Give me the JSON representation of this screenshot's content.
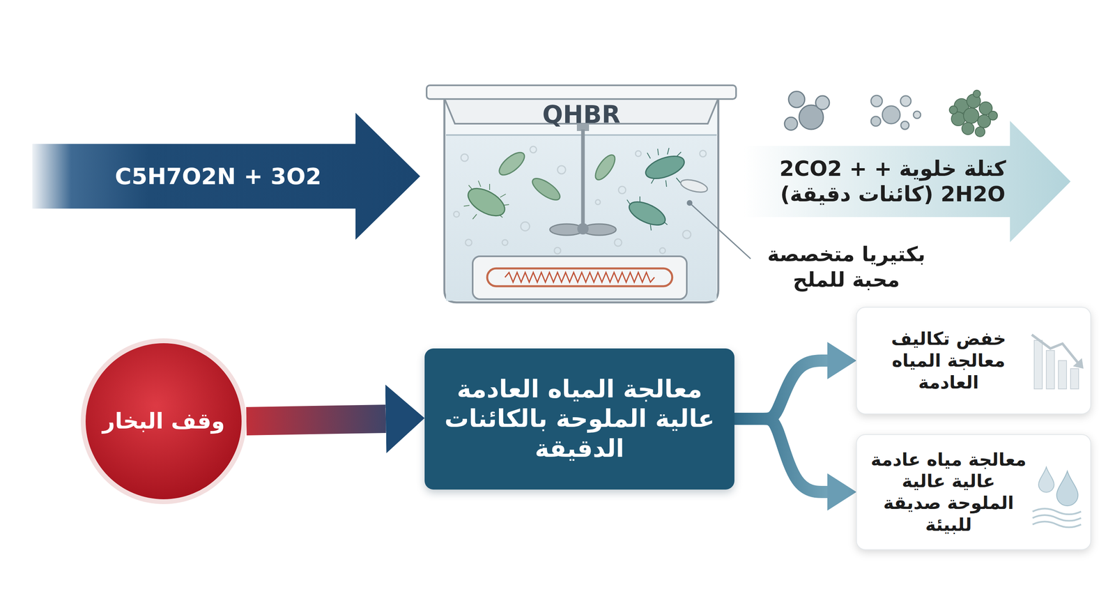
{
  "diagram": {
    "nodes": [
      {
        "text": [
          "C5H7O2N + 3O2"
        ]
      },
      {
        "text": [
          "QHBR"
        ]
      },
      {
        "text": [
          "كتلة خلوية + 2CO2 + 2H2O (كائنات دقيقة)"
        ]
      },
      {
        "text": [
          "وقف البخار"
        ]
      },
      {
        "text": [
          "معالجة المياه العادمة عالية الملوحة بالكائنات الدقيقة"
        ]
      },
      {
        "text": [
          "خفض تكاليف معالجة المياه العادمة"
        ]
      },
      {
        "text": [
          "معالجة مياه عادمة عالية عالية الملوحة صديقة للبيئة"
        ]
      }
    ],
    "edges": [
      {
        "from": 3,
        "to": 4,
        "arrow": "to"
      },
      {
        "from": 4,
        "to": 5,
        "arrow": "to"
      },
      {
        "from": 4,
        "to": 6,
        "arrow": "to"
      }
    ],
    "labels": [
      "بكتيريا متخصصة محبة للملح"
    ]
  }
}
